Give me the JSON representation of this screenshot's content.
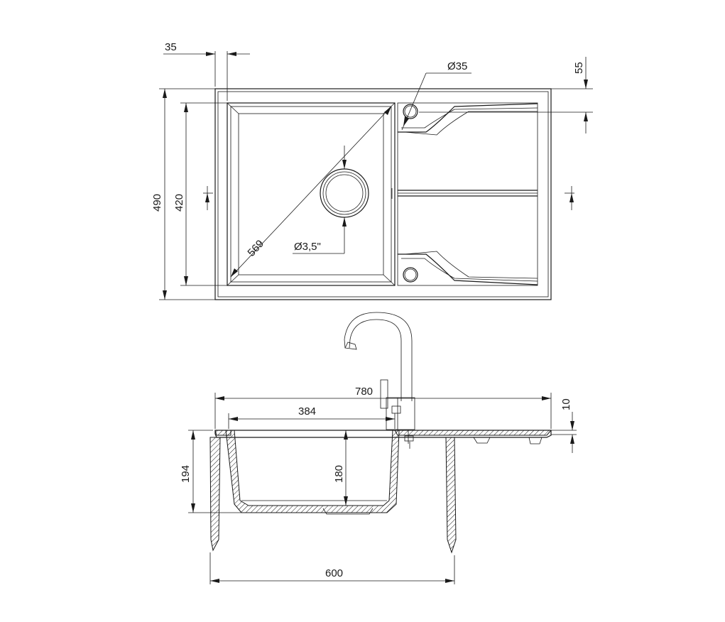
{
  "top_view": {
    "dims": {
      "d35": "35",
      "d55": "55",
      "dia35": "Ø35",
      "d490": "490",
      "d420": "420",
      "d569": "569",
      "dia35in": "Ø3,5\""
    }
  },
  "side_view": {
    "dims": {
      "d780": "780",
      "d10": "10",
      "d384": "384",
      "d194": "194",
      "d180": "180",
      "d600": "600"
    }
  }
}
